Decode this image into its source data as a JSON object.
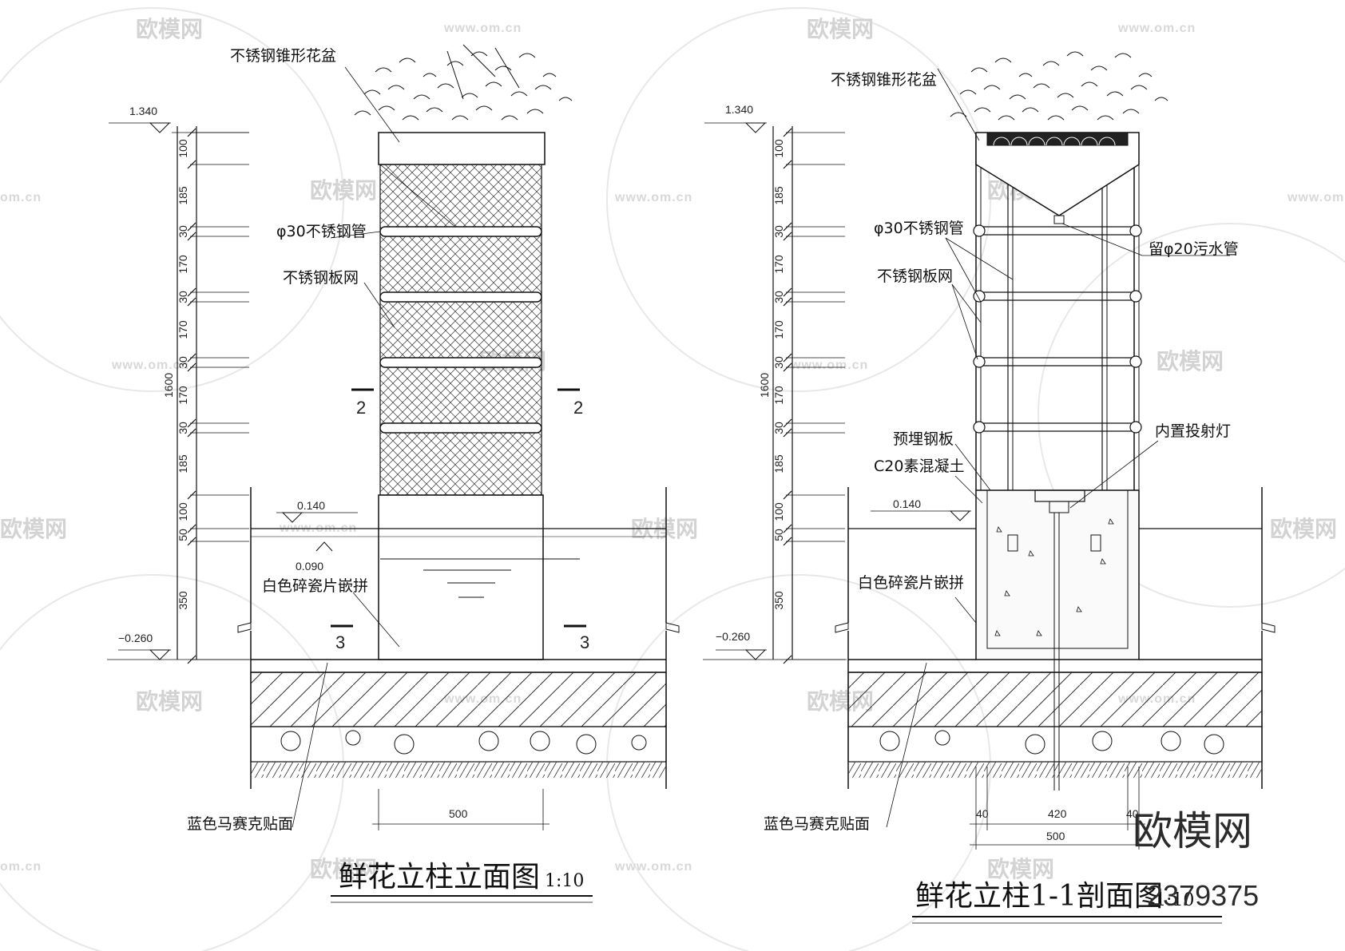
{
  "watermark": {
    "brand": "欧模网",
    "url": "www.om.cn",
    "url_short": "om.cn"
  },
  "left": {
    "title": "鲜花立柱立面图",
    "scale": "1:10",
    "labels": {
      "pot": "不锈钢锥形花盆",
      "pipe": "φ30不锈钢管",
      "mesh": "不锈钢板网",
      "tile": "白色碎瓷片嵌拼",
      "mosaic": "蓝色马赛克贴面"
    },
    "levels": {
      "top": "1.340",
      "water": "0.140",
      "water2": "0.090",
      "bottom": "−0.260"
    },
    "dims_v": [
      "100",
      "185",
      "30",
      "170",
      "30",
      "170",
      "30",
      "170",
      "30",
      "185",
      "100",
      "50",
      "350"
    ],
    "dim_total": "1600",
    "dim_width": "500",
    "section_marks": [
      "2",
      "2",
      "3",
      "3"
    ]
  },
  "right": {
    "title": "鲜花立柱1-1剖面图",
    "scale": "1:10",
    "labels": {
      "pot": "不锈钢锥形花盆",
      "pipe": "φ30不锈钢管",
      "mesh": "不锈钢板网",
      "drain": "留φ20污水管",
      "plate": "预埋钢板",
      "concrete": "C20素混凝土",
      "light": "内置投射灯",
      "tile": "白色碎瓷片嵌拼",
      "mosaic": "蓝色马赛克贴面"
    },
    "levels": {
      "top": "1.340",
      "water": "0.140",
      "bottom": "−0.260"
    },
    "dims_v": [
      "100",
      "185",
      "30",
      "170",
      "30",
      "170",
      "30",
      "170",
      "30",
      "185",
      "100",
      "50",
      "350"
    ],
    "dim_total": "1600",
    "dim_bottom": [
      "40",
      "420",
      "40"
    ],
    "dim_width": "500"
  },
  "brand_stamp": {
    "name": "欧模网",
    "id": "2379375"
  }
}
